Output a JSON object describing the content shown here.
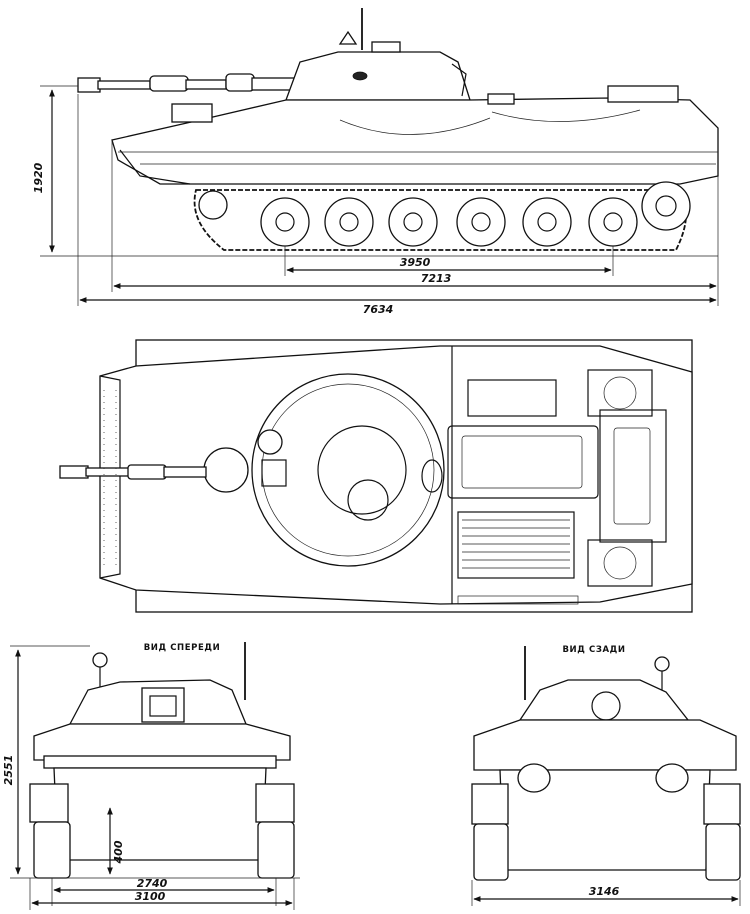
{
  "side_view": {
    "dim_height": "1920",
    "dim_base": "3950",
    "dim_hull": "7213",
    "dim_total": "7634"
  },
  "front_view": {
    "caption": "ВИД СПЕРЕДИ",
    "dim_height": "2551",
    "dim_clearance": "400",
    "dim_track": "2740",
    "dim_width": "3100"
  },
  "rear_view": {
    "caption": "ВИД СЗАДИ",
    "dim_width": "3146"
  }
}
